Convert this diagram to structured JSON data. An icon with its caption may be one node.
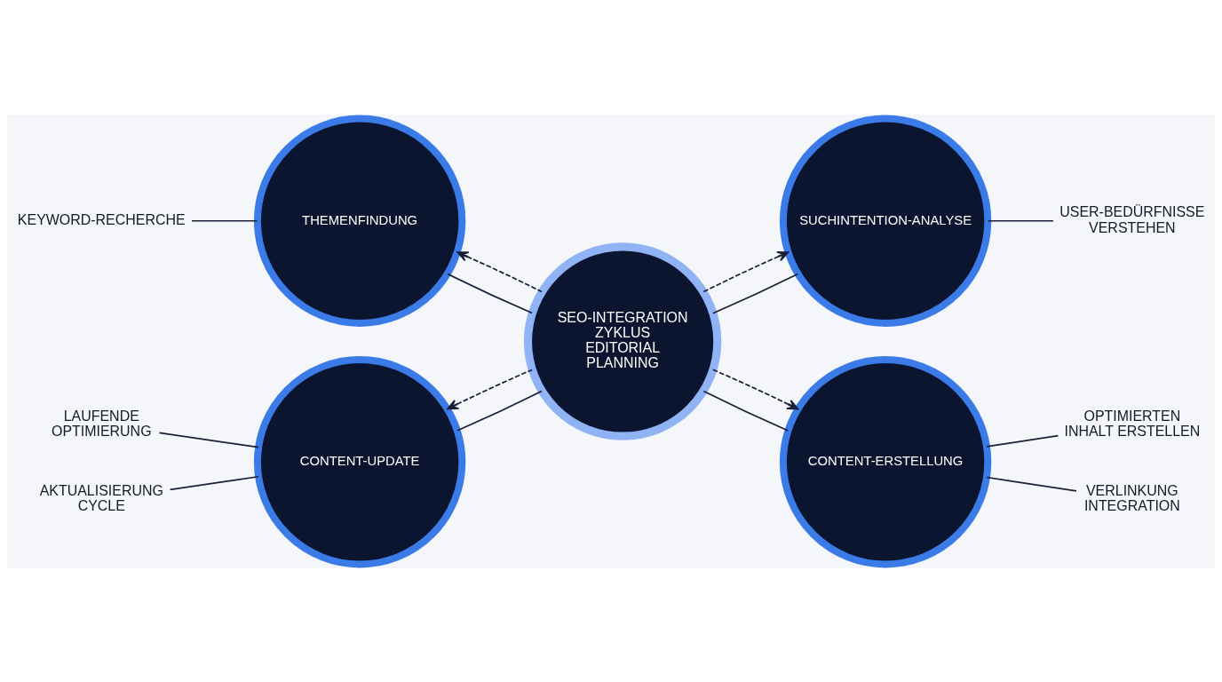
{
  "diagram": {
    "nodes": [
      {
        "text": [
          "SEO-INTEGRATION ZYKLUS",
          "EDITORIAL PLANNING"
        ]
      },
      {
        "text": [
          "THEMENFINDUNG"
        ]
      },
      {
        "text": [
          "SUCHINTENTION-ANALYSE"
        ]
      },
      {
        "text": [
          "CONTENT-ERSTELLUNG"
        ]
      },
      {
        "text": [
          "CONTENT-UPDATE"
        ]
      },
      {
        "text": [
          "KEYWORD-RECHERCHE"
        ]
      },
      {
        "text": [
          "USER-BEDÜRFNISSE VERSTEHEN"
        ]
      },
      {
        "text": [
          "OPTIMIERTEN INHALT ERSTELLEN"
        ]
      },
      {
        "text": [
          "VERLINKUNG INTEGRATION"
        ]
      },
      {
        "text": [
          "LAUFENDE OPTIMIERUNG"
        ]
      },
      {
        "text": [
          "AKTUALISIERUNG CYCLE"
        ]
      }
    ],
    "edges": [
      {
        "from": 0,
        "to": 1,
        "arrow": "none"
      },
      {
        "from": 0,
        "to": 2,
        "arrow": "none"
      },
      {
        "from": 0,
        "to": 3,
        "arrow": "none"
      },
      {
        "from": 0,
        "to": 4,
        "arrow": "none"
      },
      {
        "from": 0,
        "to": 2,
        "arrow": "to",
        "style": "dashed"
      },
      {
        "from": 0,
        "to": 3,
        "arrow": "to",
        "style": "dashed"
      },
      {
        "from": 0,
        "to": 4,
        "arrow": "to",
        "style": "dashed"
      },
      {
        "from": 0,
        "to": 1,
        "arrow": "to",
        "style": "dashed"
      },
      {
        "from": 5,
        "to": 1,
        "arrow": "none"
      },
      {
        "from": 6,
        "to": 2,
        "arrow": "none"
      },
      {
        "from": 7,
        "to": 3,
        "arrow": "none"
      },
      {
        "from": 8,
        "to": 3,
        "arrow": "none"
      },
      {
        "from": 9,
        "to": 4,
        "arrow": "none"
      },
      {
        "from": 10,
        "to": 4,
        "arrow": "none"
      }
    ]
  }
}
